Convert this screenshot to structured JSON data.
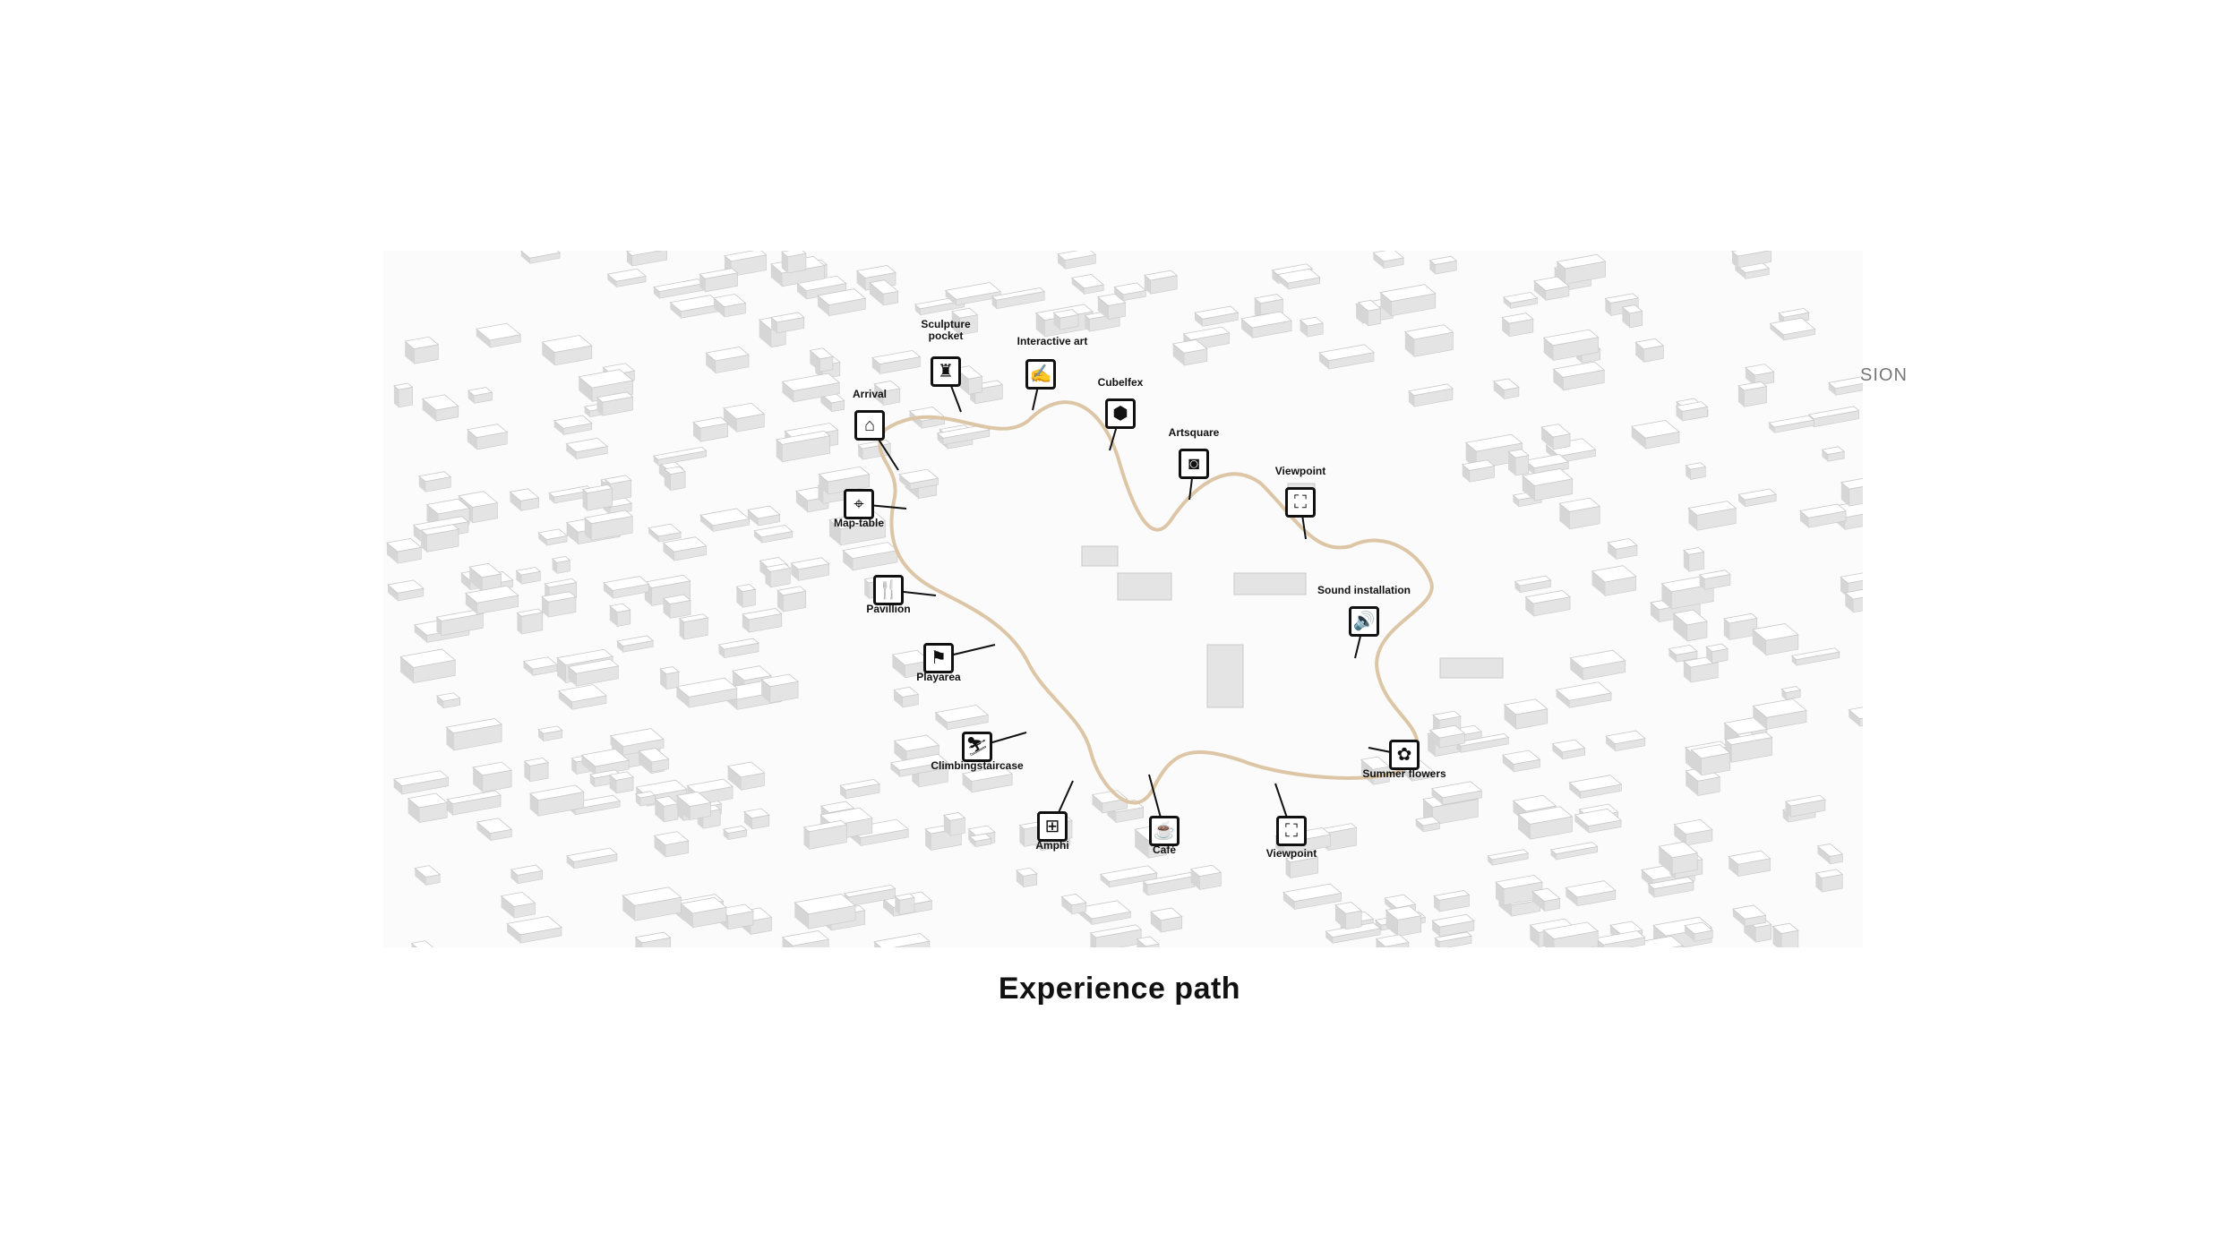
{
  "caption": "Experience path",
  "edge_text": "SION",
  "colors": {
    "path": "#dcc6a6",
    "buildings": "#e4e4e4",
    "building_edge": "#c8c8c8",
    "icon": "#111111"
  },
  "markers": [
    {
      "id": "arrival",
      "label": "Arrival",
      "icon": "house-icon",
      "glyph": "⌂"
    },
    {
      "id": "sculpture-pocket",
      "label": "Sculpture pocket",
      "icon": "sculpture-icon",
      "glyph": "♜"
    },
    {
      "id": "interactive-art",
      "label": "Interactive art",
      "icon": "interactive-art-icon",
      "glyph": "✍"
    },
    {
      "id": "cubelfex",
      "label": "Cubelfex",
      "icon": "cube-icon",
      "glyph": "⬢"
    },
    {
      "id": "artsquare",
      "label": "Artsquare",
      "icon": "camera-icon",
      "glyph": "◙"
    },
    {
      "id": "viewpoint-north",
      "label": "Viewpoint",
      "icon": "viewpoint-icon",
      "glyph": "⛶"
    },
    {
      "id": "map-table",
      "label": "Map-table",
      "icon": "map-pin-icon",
      "glyph": "⌖"
    },
    {
      "id": "pavillion",
      "label": "Pavillion",
      "icon": "cutlery-icon",
      "glyph": "🍴"
    },
    {
      "id": "sound-installation",
      "label": "Sound installation",
      "icon": "speaker-icon",
      "glyph": "🔊"
    },
    {
      "id": "playarea",
      "label": "Playarea",
      "icon": "play-icon",
      "glyph": "⚑"
    },
    {
      "id": "climbingstaircase",
      "label": "Climbingstaircase",
      "icon": "climbing-icon",
      "glyph": "⛷"
    },
    {
      "id": "summer-flowers",
      "label": "Summer flowers",
      "icon": "flower-icon",
      "glyph": "✿"
    },
    {
      "id": "amphi",
      "label": "Amphi",
      "icon": "amphi-icon",
      "glyph": "⊞"
    },
    {
      "id": "cafe",
      "label": "Café",
      "icon": "coffee-icon",
      "glyph": "☕"
    },
    {
      "id": "viewpoint-south",
      "label": "Viewpoint",
      "icon": "viewpoint-icon",
      "glyph": "⛶"
    }
  ]
}
